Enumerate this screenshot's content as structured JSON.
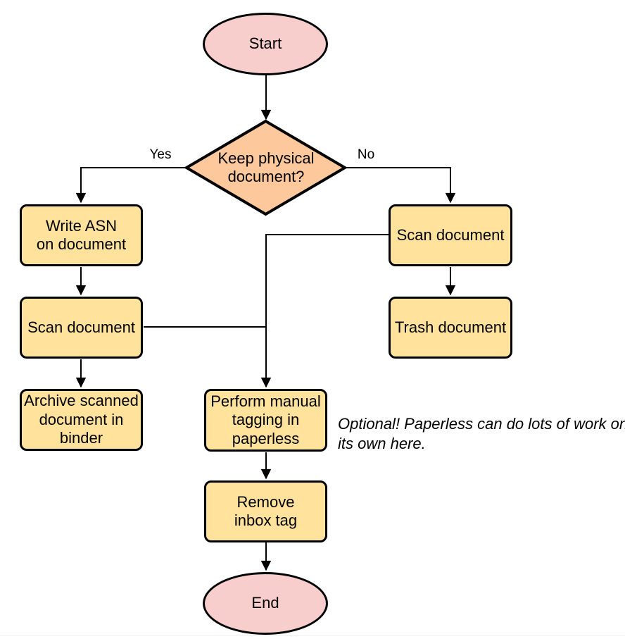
{
  "flowchart": {
    "nodes": {
      "start": "Start",
      "decision": "Keep physical\ndocument?",
      "write_asn": "Write ASN\non document",
      "scan_left": "Scan document",
      "archive": "Archive scanned\ndocument in\nbinder",
      "scan_right": "Scan document",
      "trash": "Trash document",
      "tagging": "Perform manual\ntagging in\npaperless",
      "remove_inbox": "Remove\ninbox tag",
      "end": "End"
    },
    "edge_labels": {
      "yes": "Yes",
      "no": "No"
    },
    "annotation": "Optional! Paperless can do lots of work on\nits own here.",
    "colors": {
      "terminal": "#f8cecc",
      "decision": "#fdc99c",
      "process": "#ffe29b",
      "stroke": "#000000"
    }
  }
}
